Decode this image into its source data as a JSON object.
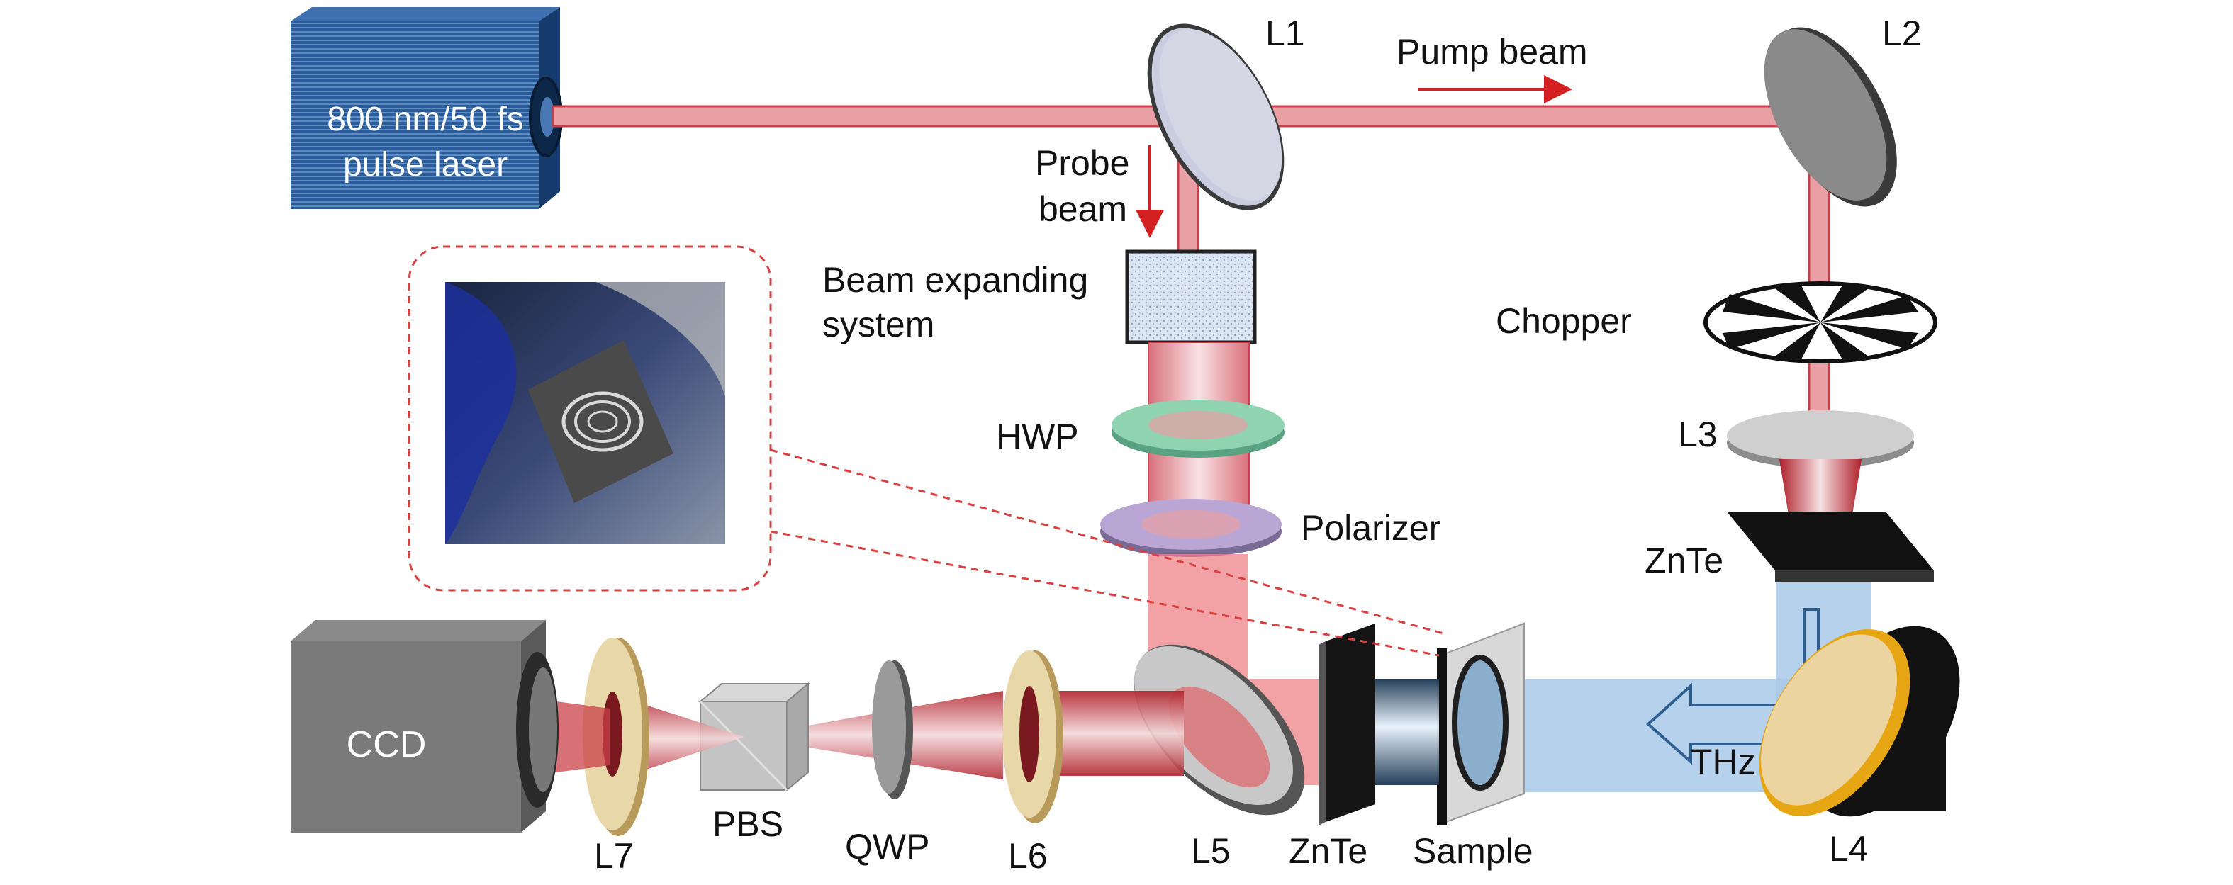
{
  "laser": {
    "line1": "800 nm/50 fs",
    "line2": "pulse laser"
  },
  "beams": {
    "pump": "Pump beam",
    "probe_line1": "Probe",
    "probe_line2": "beam",
    "thz": "THz"
  },
  "components": {
    "l1": "L1",
    "l2": "L2",
    "l3": "L3",
    "l4": "L4",
    "l5": "L5",
    "l6": "L6",
    "l7": "L7",
    "expander_line1": "Beam expanding",
    "expander_line2": "system",
    "chopper": "Chopper",
    "hwp": "HWP",
    "polarizer": "Polarizer",
    "znte_top": "ZnTe",
    "znte_bottom": "ZnTe",
    "sample": "Sample",
    "qwp": "QWP",
    "pbs": "PBS",
    "ccd": "CCD"
  },
  "colors": {
    "laser_beam": "#e8a0a4",
    "beam_edge": "#c9404a",
    "thz_beam": "#a9c9e8",
    "arrow_red": "#d42020",
    "laser_box": "#1e4f8c",
    "hwp": "#8fd3b0",
    "polarizer": "#b9a6d4",
    "lens_gold": "#e8d7a8",
    "mirror_gold": "#e6a614",
    "inset_border": "#d94040"
  }
}
